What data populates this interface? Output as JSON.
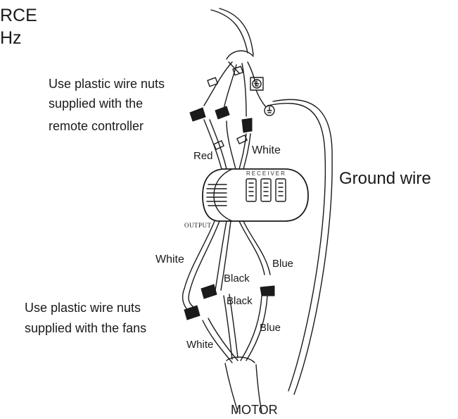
{
  "labels": {
    "corner_line1": "RCE",
    "corner_line2": "Hz",
    "top_note_line1": "Use plastic wire nuts",
    "top_note_line2": "supplied with the",
    "top_note_line3": "remote controller",
    "ground_wire": "Ground wire",
    "red": "Red",
    "white_top": "White",
    "receiver": "RECEIVER",
    "output": "OUTPUT",
    "white_mid": "White",
    "blue_mid": "Blue",
    "black_upper": "Black",
    "black_lower": "Black",
    "bottom_note_line1": "Use plastic wire nuts",
    "bottom_note_line2": "supplied with the fans",
    "blue_lower": "Blue",
    "white_lower": "White",
    "motor": "MOTOR"
  },
  "colors": {
    "line": "#1a1a1a",
    "receiver_fill": "#ffffff"
  },
  "icons": {
    "ground_terminal": "ground-symbol-icon",
    "wire_nut": "wire-nut-icon",
    "wire_tag": "wire-tag-icon"
  }
}
